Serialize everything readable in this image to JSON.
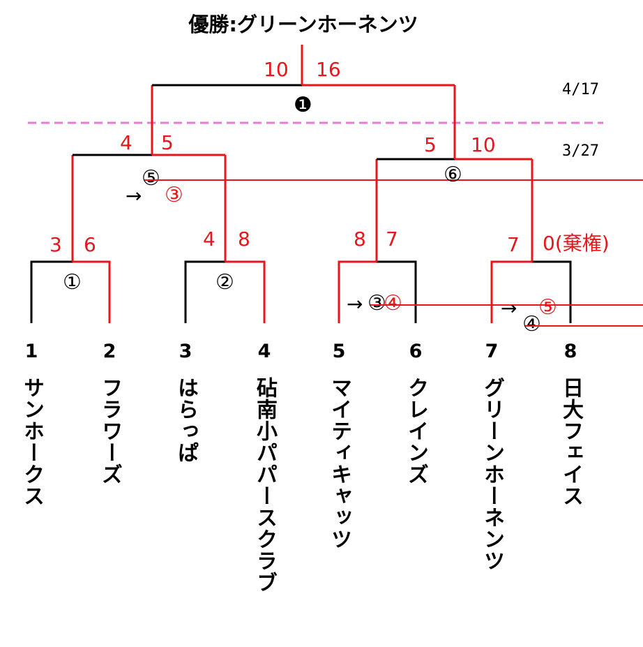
{
  "title": "優勝:グリーンホーネンツ",
  "dates": {
    "final": "4/17",
    "semis": "3/27"
  },
  "final": {
    "number": "❶",
    "score_left": "10",
    "score_right": "16"
  },
  "semifinals": [
    {
      "number": "⑤",
      "renumber_arrow": "→",
      "new_number": "③",
      "score_left": "4",
      "score_right": "5"
    },
    {
      "number": "⑥",
      "score_left": "5",
      "score_right": "10"
    }
  ],
  "first_round": [
    {
      "number": "①",
      "score_left": "3",
      "score_right": "6"
    },
    {
      "number": "②",
      "score_left": "4",
      "score_right": "8"
    },
    {
      "number": "③",
      "renumber_arrow": "→",
      "new_number": "④",
      "score_left": "8",
      "score_right": "7"
    },
    {
      "number": "④",
      "renumber_arrow": "→",
      "new_number": "⑤",
      "score_left": "7",
      "score_right": "0(棄権)"
    }
  ],
  "teams": [
    {
      "seed": "1",
      "name": "サンホークス"
    },
    {
      "seed": "2",
      "name": "フラワーズ"
    },
    {
      "seed": "3",
      "name": "はらっぱ"
    },
    {
      "seed": "4",
      "name": "砧南小パパースクラブ"
    },
    {
      "seed": "5",
      "name": "マイティキャッツ"
    },
    {
      "seed": "6",
      "name": "クレインズ"
    },
    {
      "seed": "7",
      "name": "グリーンホーネンツ"
    },
    {
      "seed": "8",
      "name": "日大フェイス"
    }
  ],
  "colors": {
    "winner_line": "#e8151a",
    "loser_line": "#000000",
    "divider": "#e87bd6",
    "score": "#e8151a"
  }
}
